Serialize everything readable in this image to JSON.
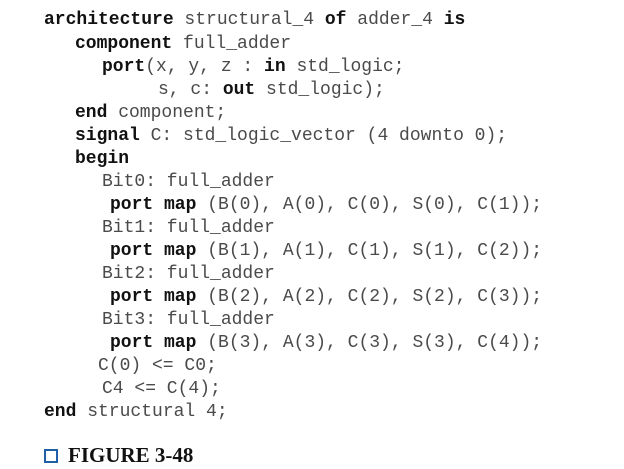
{
  "code": [
    [
      {
        "t": "architecture",
        "b": true
      },
      {
        "t": " structural_4 "
      },
      {
        "t": "of",
        "b": true
      },
      {
        "t": " adder_4 "
      },
      {
        "t": "is",
        "b": true
      }
    ],
    [
      {
        "t": "component",
        "b": true
      },
      {
        "t": " full_adder"
      }
    ],
    [
      {
        "t": "port",
        "b": true
      },
      {
        "t": "(x, y, z : "
      },
      {
        "t": "in",
        "b": true
      },
      {
        "t": " std_logic;"
      }
    ],
    [
      {
        "t": "s, c: "
      },
      {
        "t": "out",
        "b": true
      },
      {
        "t": " std_logic);"
      }
    ],
    [
      {
        "t": "end",
        "b": true
      },
      {
        "t": " component;"
      }
    ],
    [
      {
        "t": "signal",
        "b": true
      },
      {
        "t": " C: std_logic_vector (4 downto 0);"
      }
    ],
    [
      {
        "t": "begin",
        "b": true
      }
    ],
    [
      {
        "t": "Bit0: full_adder"
      }
    ],
    [
      {
        "t": "port map",
        "b": true
      },
      {
        "t": " (B(0), A(0), C(0), S(0), C(1));"
      }
    ],
    [
      {
        "t": "Bit1: full_adder"
      }
    ],
    [
      {
        "t": "port map",
        "b": true
      },
      {
        "t": " (B(1), A(1), C(1), S(1), C(2));"
      }
    ],
    [
      {
        "t": "Bit2: full_adder"
      }
    ],
    [
      {
        "t": "port map",
        "b": true
      },
      {
        "t": " (B(2), A(2), C(2), S(2), C(3));"
      }
    ],
    [
      {
        "t": "Bit3: full_adder"
      }
    ],
    [
      {
        "t": "port map",
        "b": true
      },
      {
        "t": " (B(3), A(3), C(3), S(3), C(4));"
      }
    ],
    [
      {
        "t": "C(0) <= C0;"
      }
    ],
    [
      {
        "t": "C4 <= C(4);"
      }
    ],
    [
      {
        "t": "end",
        "b": true
      },
      {
        "t": " structural 4;"
      }
    ]
  ],
  "caption": {
    "label": "FIGURE 3-48",
    "icon": "square-bullet-icon",
    "icon_color": "#1e5fa8"
  }
}
